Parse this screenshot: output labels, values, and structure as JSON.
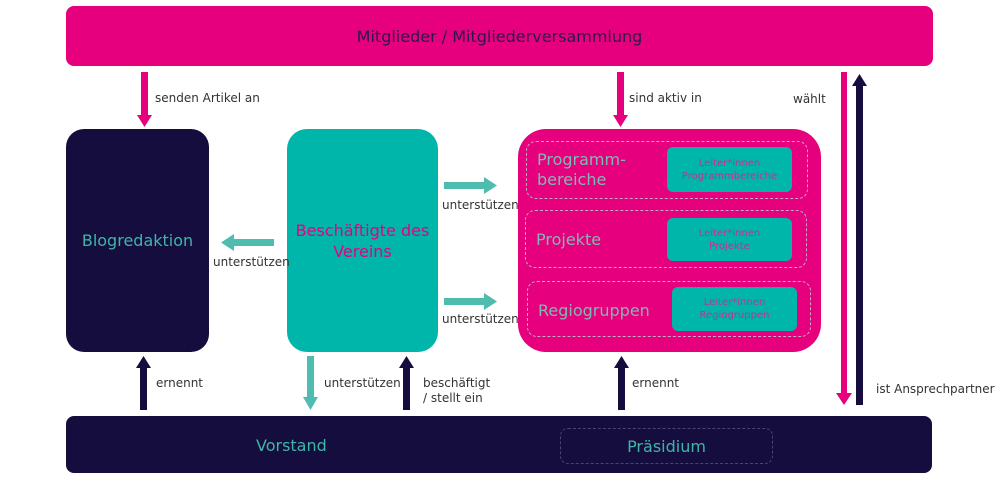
{
  "colors": {
    "pink": "#e6007e",
    "navy": "#160d3f",
    "teal": "#00b5aa",
    "teal_arrow": "#4fbcb0"
  },
  "nodes": {
    "members": "Mitglieder / Mitgliederversammlung",
    "blog": "Blogredaktion",
    "staff": "Beschäftigte des Vereins",
    "program_areas": "Programm-bereiche",
    "program_areas_line1": "Programm-",
    "program_areas_line2": "bereiche",
    "projects": "Projekte",
    "regional_groups": "Regiogruppen",
    "lead_program_areas_line1": "Leiter*innen",
    "lead_program_areas_line2": "Programmbereiche",
    "lead_projects_line1": "Leiter*innen",
    "lead_projects_line2": "Projekte",
    "lead_regional_line1": "Leiter*innen",
    "lead_regional_line2": "Regiogruppen",
    "board": "Vorstand",
    "presidium": "Präsidium"
  },
  "edges": {
    "members_to_blog": "senden Artikel an",
    "members_to_program": "sind aktiv in",
    "members_elect": "wählt",
    "board_contact": "ist Ansprechpartner",
    "staff_to_blog": "unterstützen",
    "staff_to_program_top": "unterstützen",
    "staff_to_program_bottom": "unterstützen",
    "board_appoints_blog": "ernennt",
    "staff_support_board": "unterstützen",
    "board_employs_line1": "beschäftigt",
    "board_employs_line2": "/ stellt ein",
    "presidium_appoints": "ernennt"
  }
}
